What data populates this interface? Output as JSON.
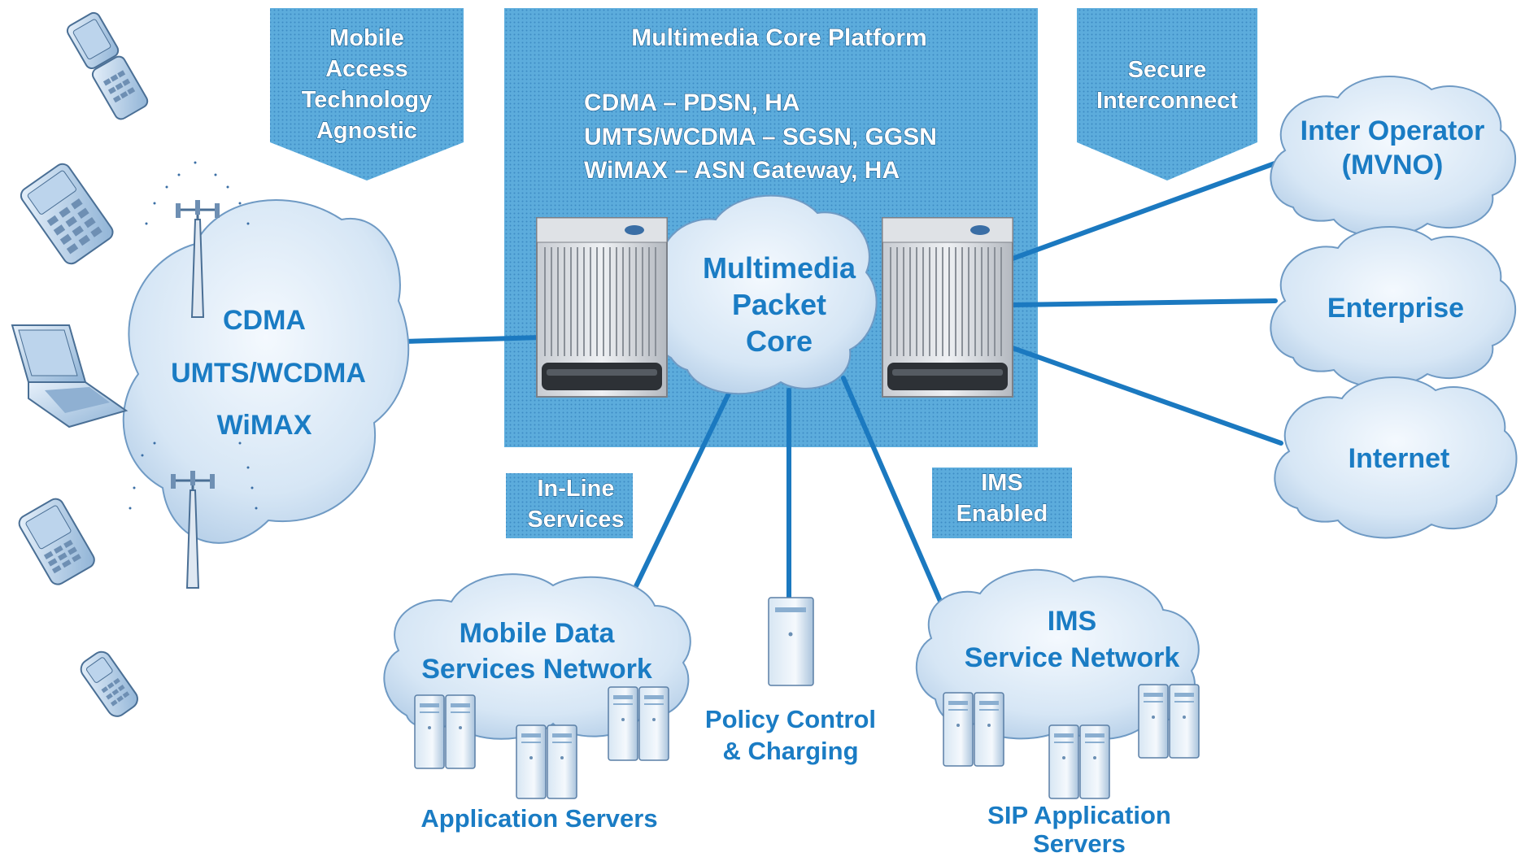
{
  "colors": {
    "accent_blue": "#1a7cc4",
    "platform_blue": "#4fa3d6",
    "link_blue": "#1b79c0",
    "cloud_fill": "#d9e7f5"
  },
  "banners": {
    "access": [
      "Mobile",
      "Access",
      "Technology",
      "Agnostic"
    ],
    "platform_title": "Multimedia Core Platform",
    "interconnect": [
      "Secure",
      "Interconnect"
    ],
    "inline": [
      "In-Line",
      "Services"
    ],
    "ims_enabled": [
      "IMS",
      "Enabled"
    ]
  },
  "platform": {
    "lines": [
      "CDMA – PDSN, HA",
      "UMTS/WCDMA – SGSN, GGSN",
      "WiMAX – ASN Gateway, HA"
    ]
  },
  "clouds": {
    "access_network": [
      "CDMA",
      "UMTS/WCDMA",
      "WiMAX"
    ],
    "packet_core": [
      "Multimedia",
      "Packet",
      "Core"
    ],
    "inter_operator": [
      "Inter Operator",
      "(MVNO)"
    ],
    "enterprise": [
      "Enterprise"
    ],
    "internet": [
      "Internet"
    ],
    "mobile_data": [
      "Mobile Data",
      "Services Network"
    ],
    "ims_network": [
      "IMS",
      "Service Network"
    ]
  },
  "labels": {
    "app_servers": "Application Servers",
    "policy": [
      "Policy Control",
      "& Charging"
    ],
    "sip_servers": [
      "SIP Application",
      "Servers"
    ]
  },
  "devices": [
    "flip-phone-icon",
    "pda-icon",
    "laptop-icon",
    "smartphone-icon",
    "candybar-phone-icon"
  ]
}
